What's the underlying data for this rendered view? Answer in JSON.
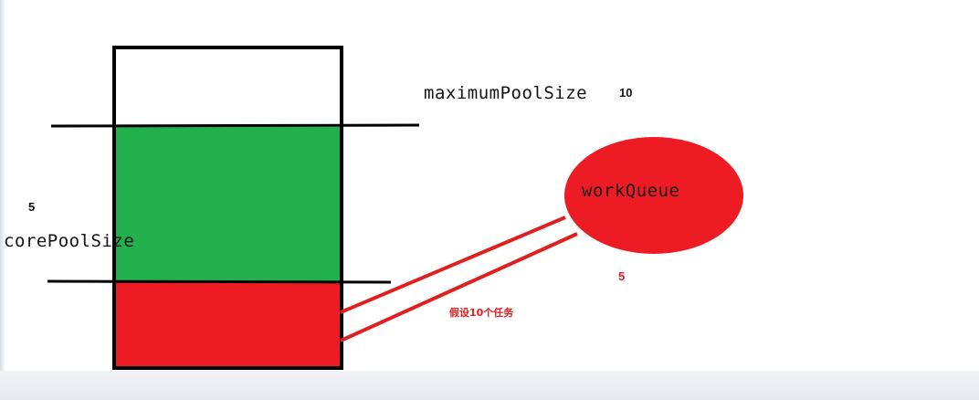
{
  "labels": {
    "max_pool_size": "maximumPoolSize",
    "max_pool_size_value": "10",
    "core_pool_size": "corePoolSize",
    "core_pool_size_value": "5",
    "work_queue": "workQueue",
    "work_queue_value": "5",
    "task_note": "假设10个任务"
  },
  "colors": {
    "core_section": "#22b04c",
    "overflow_section": "#ed1c24",
    "queue": "#ed1c24",
    "outline": "#000000",
    "connector": "#e02020"
  }
}
